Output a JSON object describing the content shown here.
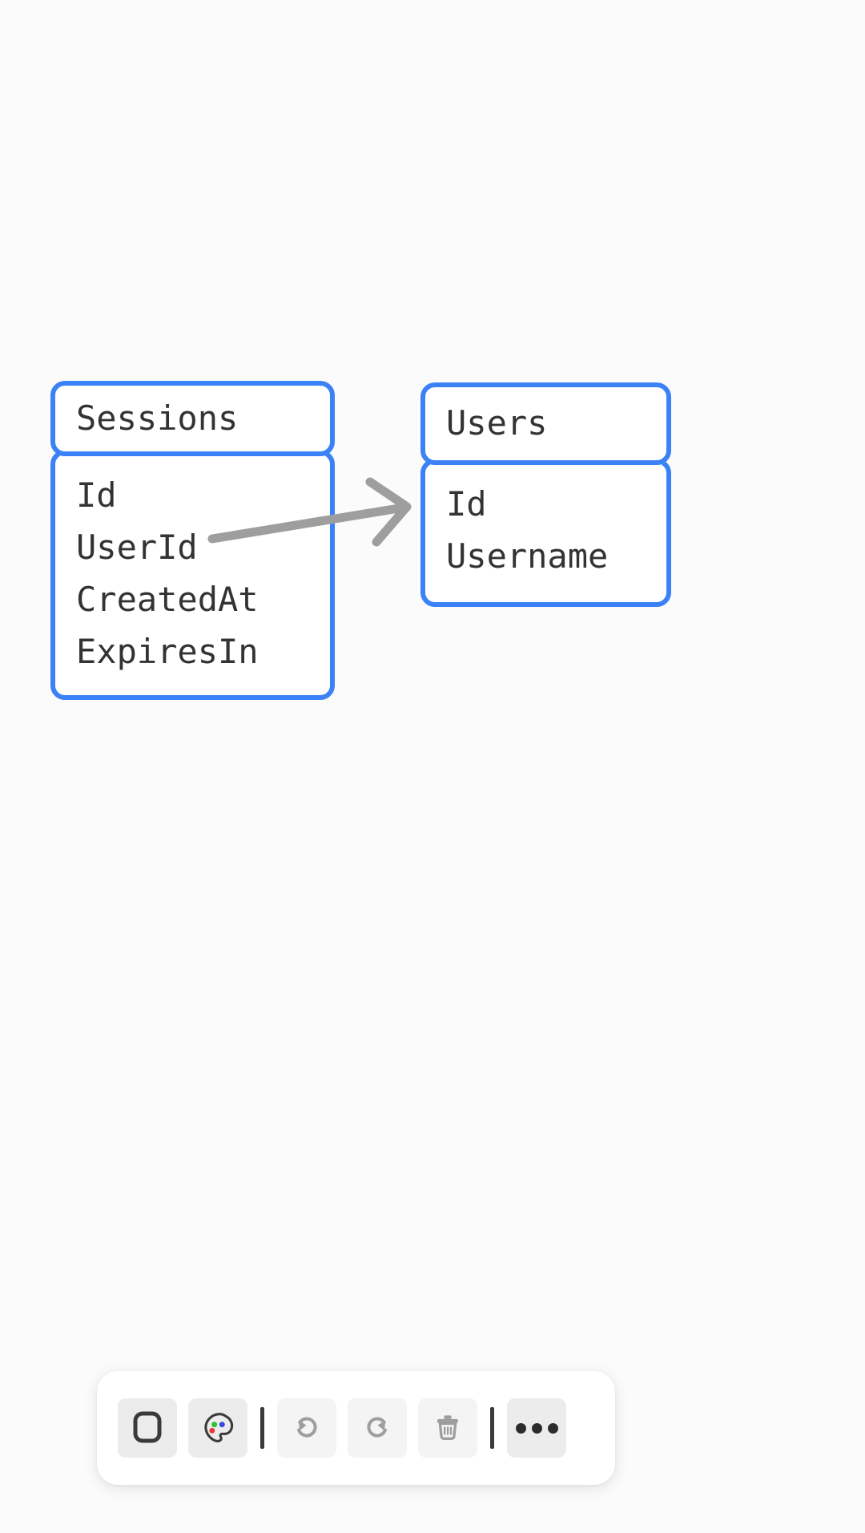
{
  "canvas": {
    "background_color": "#fbfbfb",
    "accent_color": "#3b82f6",
    "text_color": "#333333"
  },
  "diagram": {
    "type": "entity-relationship",
    "entities": [
      {
        "id": "sessions",
        "title": "Sessions",
        "fields": [
          "Id",
          "UserId",
          "CreatedAt",
          "ExpiresIn"
        ]
      },
      {
        "id": "users",
        "title": "Users",
        "fields": [
          "Id",
          "Username"
        ]
      }
    ],
    "connectors": [
      {
        "from_entity": "Sessions",
        "from_field": "UserId",
        "to_entity": "Users",
        "to_field": "Id",
        "style": "arrow",
        "color": "#9e9e9e"
      }
    ]
  },
  "toolbar": {
    "items": [
      {
        "name": "shape-tool",
        "icon": "rounded-square-icon",
        "state": "active"
      },
      {
        "name": "color-tool",
        "icon": "palette-icon",
        "state": "active"
      },
      {
        "name": "separator-1",
        "icon": "divider",
        "state": "static"
      },
      {
        "name": "undo-button",
        "icon": "undo-icon",
        "state": "subtle"
      },
      {
        "name": "redo-button",
        "icon": "redo-icon",
        "state": "subtle"
      },
      {
        "name": "delete-button",
        "icon": "trash-icon",
        "state": "subtle"
      },
      {
        "name": "separator-2",
        "icon": "divider",
        "state": "static"
      },
      {
        "name": "more-button",
        "icon": "ellipsis-icon",
        "state": "active"
      }
    ],
    "palette_colors": [
      "#e53935",
      "#2bc42b",
      "#3b48e0"
    ],
    "icon_gray": "#9e9e9e",
    "icon_dark": "#3a3a3a"
  }
}
